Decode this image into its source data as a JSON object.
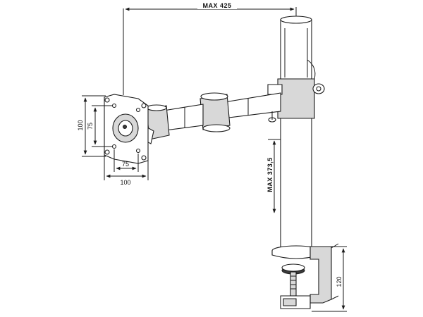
{
  "dimensions": {
    "arm_reach": "MAX 425",
    "pole_travel": "MAX 373,5",
    "vesa_large_h": "100",
    "vesa_small_h": "75",
    "vesa_large_w": "100",
    "vesa_small_w": "75",
    "clamp_range": "120"
  },
  "colors": {
    "line": "#1a1a1a",
    "shade": "#d8d8d8",
    "dark_part": "#3a3a3a"
  }
}
